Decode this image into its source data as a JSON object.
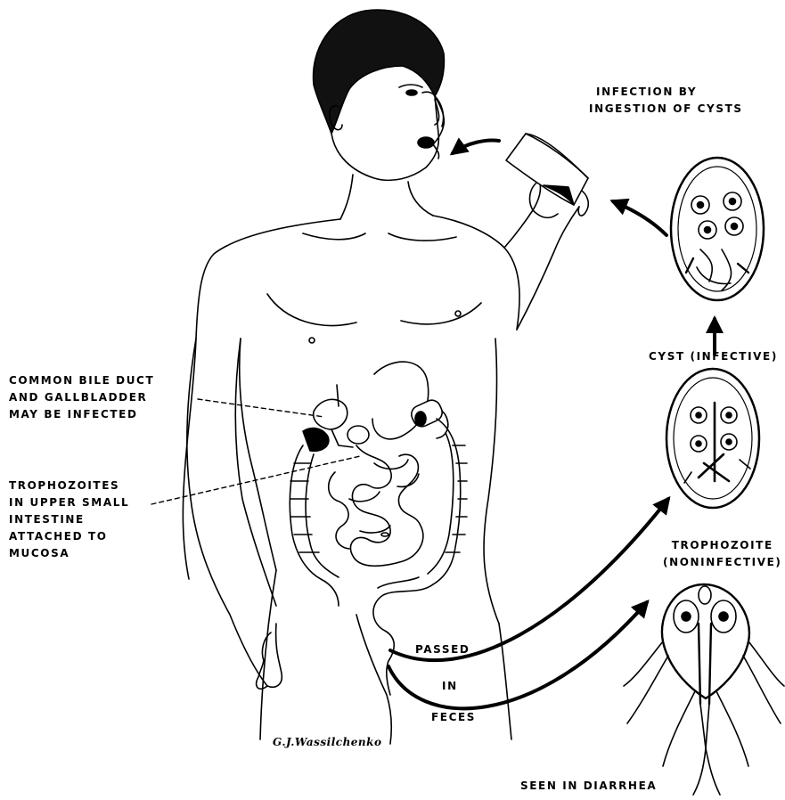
{
  "labels": {
    "infection_line1": "INFECTION BY",
    "infection_line2": "INGESTION OF CYSTS",
    "cyst": "CYST (INFECTIVE)",
    "bile_line1": "COMMON BILE DUCT",
    "bile_line2": "AND GALLBLADDER",
    "bile_line3": "MAY BE INFECTED",
    "tropho_line1": "TROPHOZOITES",
    "tropho_line2": "IN UPPER SMALL",
    "tropho_line3": "INTESTINE",
    "tropho_line4": "ATTACHED TO",
    "tropho_line5": "MUCOSA",
    "trophozoite": "TROPHOZOITE",
    "noninfective": "(NONINFECTIVE)",
    "passed": "PASSED",
    "in": "IN",
    "feces": "FECES",
    "seen": "SEEN IN DIARRHEA"
  },
  "signature": "G.J.Wassilchenko",
  "colors": {
    "ink": "#000000",
    "paper": "#ffffff"
  }
}
